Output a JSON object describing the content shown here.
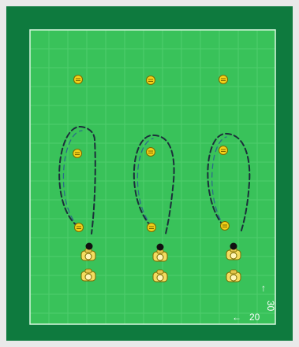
{
  "diagram": {
    "colors": {
      "outer_border": "#e9e9e9",
      "surround": "#0e7a3e",
      "pitch": "#39c25a",
      "grid_line": "#52cf70",
      "boundary": "#d9f7df",
      "run_line": "#1b2f3a",
      "run_line_alt": "#2a5f8f",
      "cone_fill": "#f2cf18",
      "cone_stroke": "#7a6a00",
      "player_fill": "#f4dc60",
      "player_head": "#fff6b8",
      "ball": "#111111"
    },
    "drill_columns": [
      {
        "id": "left",
        "cones": 3,
        "players": 2,
        "has_ball": true,
        "run_shape": "loop"
      },
      {
        "id": "center",
        "cones": 3,
        "players": 2,
        "has_ball": true,
        "run_shape": "loop"
      },
      {
        "id": "right",
        "cones": 3,
        "players": 2,
        "has_ball": true,
        "run_shape": "loop"
      }
    ],
    "dimensions": {
      "width_label": "20",
      "length_label": "30",
      "arrow_up": "↑",
      "arrow_left": "←"
    }
  }
}
